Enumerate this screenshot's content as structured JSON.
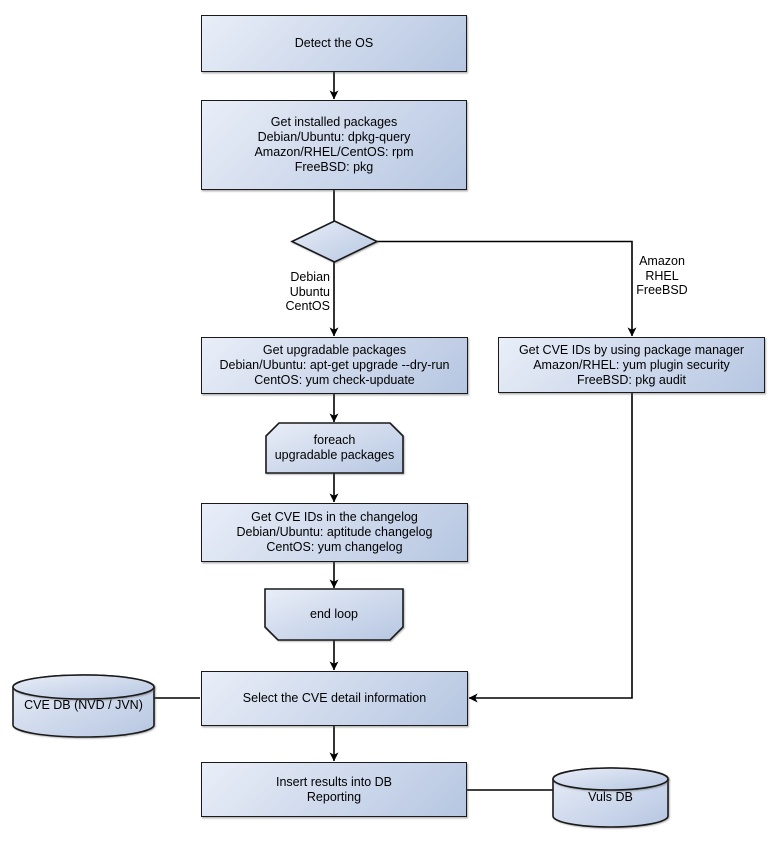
{
  "style": {
    "background": "#ffffff",
    "node_fill_light": "#e9eef8",
    "node_fill_dark": "#b6c6e1",
    "node_border": "#1a1a1a",
    "connector_color": "#000000",
    "text_color": "#000000"
  },
  "nodes": {
    "detect_os": {
      "lines": [
        "Detect the OS"
      ]
    },
    "get_installed_packages": {
      "lines": [
        "Get installed packages",
        "Debian/Ubuntu: dpkg-query",
        "Amazon/RHEL/CentOS: rpm",
        "FreeBSD: pkg"
      ]
    },
    "get_upgradable_packages": {
      "lines": [
        "Get upgradable packages",
        "Debian/Ubuntu: apt-get upgrade --dry-run",
        "CentOS: yum check-upduate"
      ]
    },
    "get_cve_ids_package_manager": {
      "lines": [
        "Get CVE IDs by using package manager",
        "Amazon/RHEL: yum plugin security",
        "FreeBSD: pkg audit"
      ]
    },
    "foreach_loop_start": {
      "lines": [
        "foreach",
        "upgradable packages"
      ]
    },
    "get_cve_ids_changelog": {
      "lines": [
        "Get CVE IDs in the changelog",
        "Debian/Ubuntu: aptitude changelog",
        "CentOS: yum changelog"
      ]
    },
    "end_loop": {
      "lines": [
        "end loop"
      ]
    },
    "select_cve_detail": {
      "lines": [
        "Select the CVE detail information"
      ]
    },
    "cve_db": {
      "label": "CVE DB (NVD / JVN)"
    },
    "insert_results": {
      "lines": [
        "Insert results into DB",
        "Reporting"
      ]
    },
    "vuls_db": {
      "label": "Vuls DB"
    }
  },
  "branch_labels": {
    "left": [
      "Debian",
      "Ubuntu",
      "CentOS"
    ],
    "right": [
      "Amazon",
      "RHEL",
      "FreeBSD"
    ]
  }
}
